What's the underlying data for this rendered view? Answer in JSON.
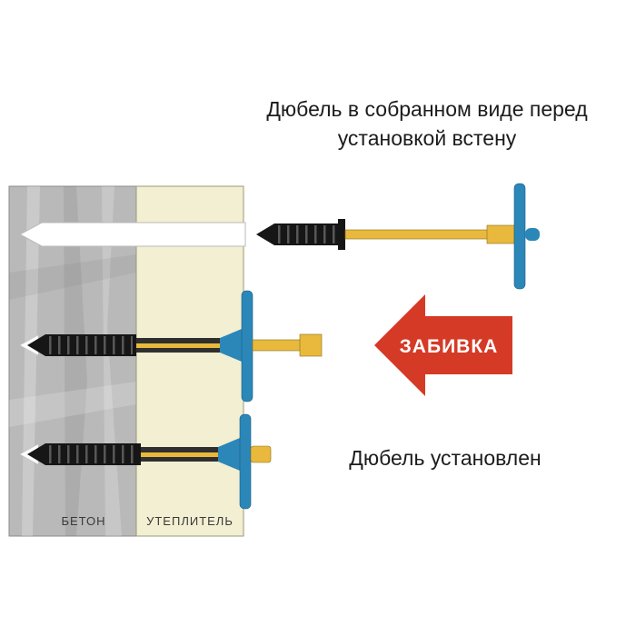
{
  "title": {
    "line1": "Дюбель в собранном виде перед",
    "line2": "установкой встену"
  },
  "annotations": {
    "hammering": "ЗАБИВКА",
    "installed": "Дюбель установлен"
  },
  "labels": {
    "concrete": "БЕТОН",
    "insulation": "УТЕПЛИТЕЛЬ"
  },
  "colors": {
    "background": "#ffffff",
    "concrete": "#b9b9b9",
    "insulation": "#f2efd2",
    "disc_blue": "#2b87b8",
    "nail_yellow": "#e8b93c",
    "arrow_red": "#d53a26",
    "sleeve_black": "#161616",
    "hole_white": "#ffffff",
    "text": "#1c1c1c"
  }
}
